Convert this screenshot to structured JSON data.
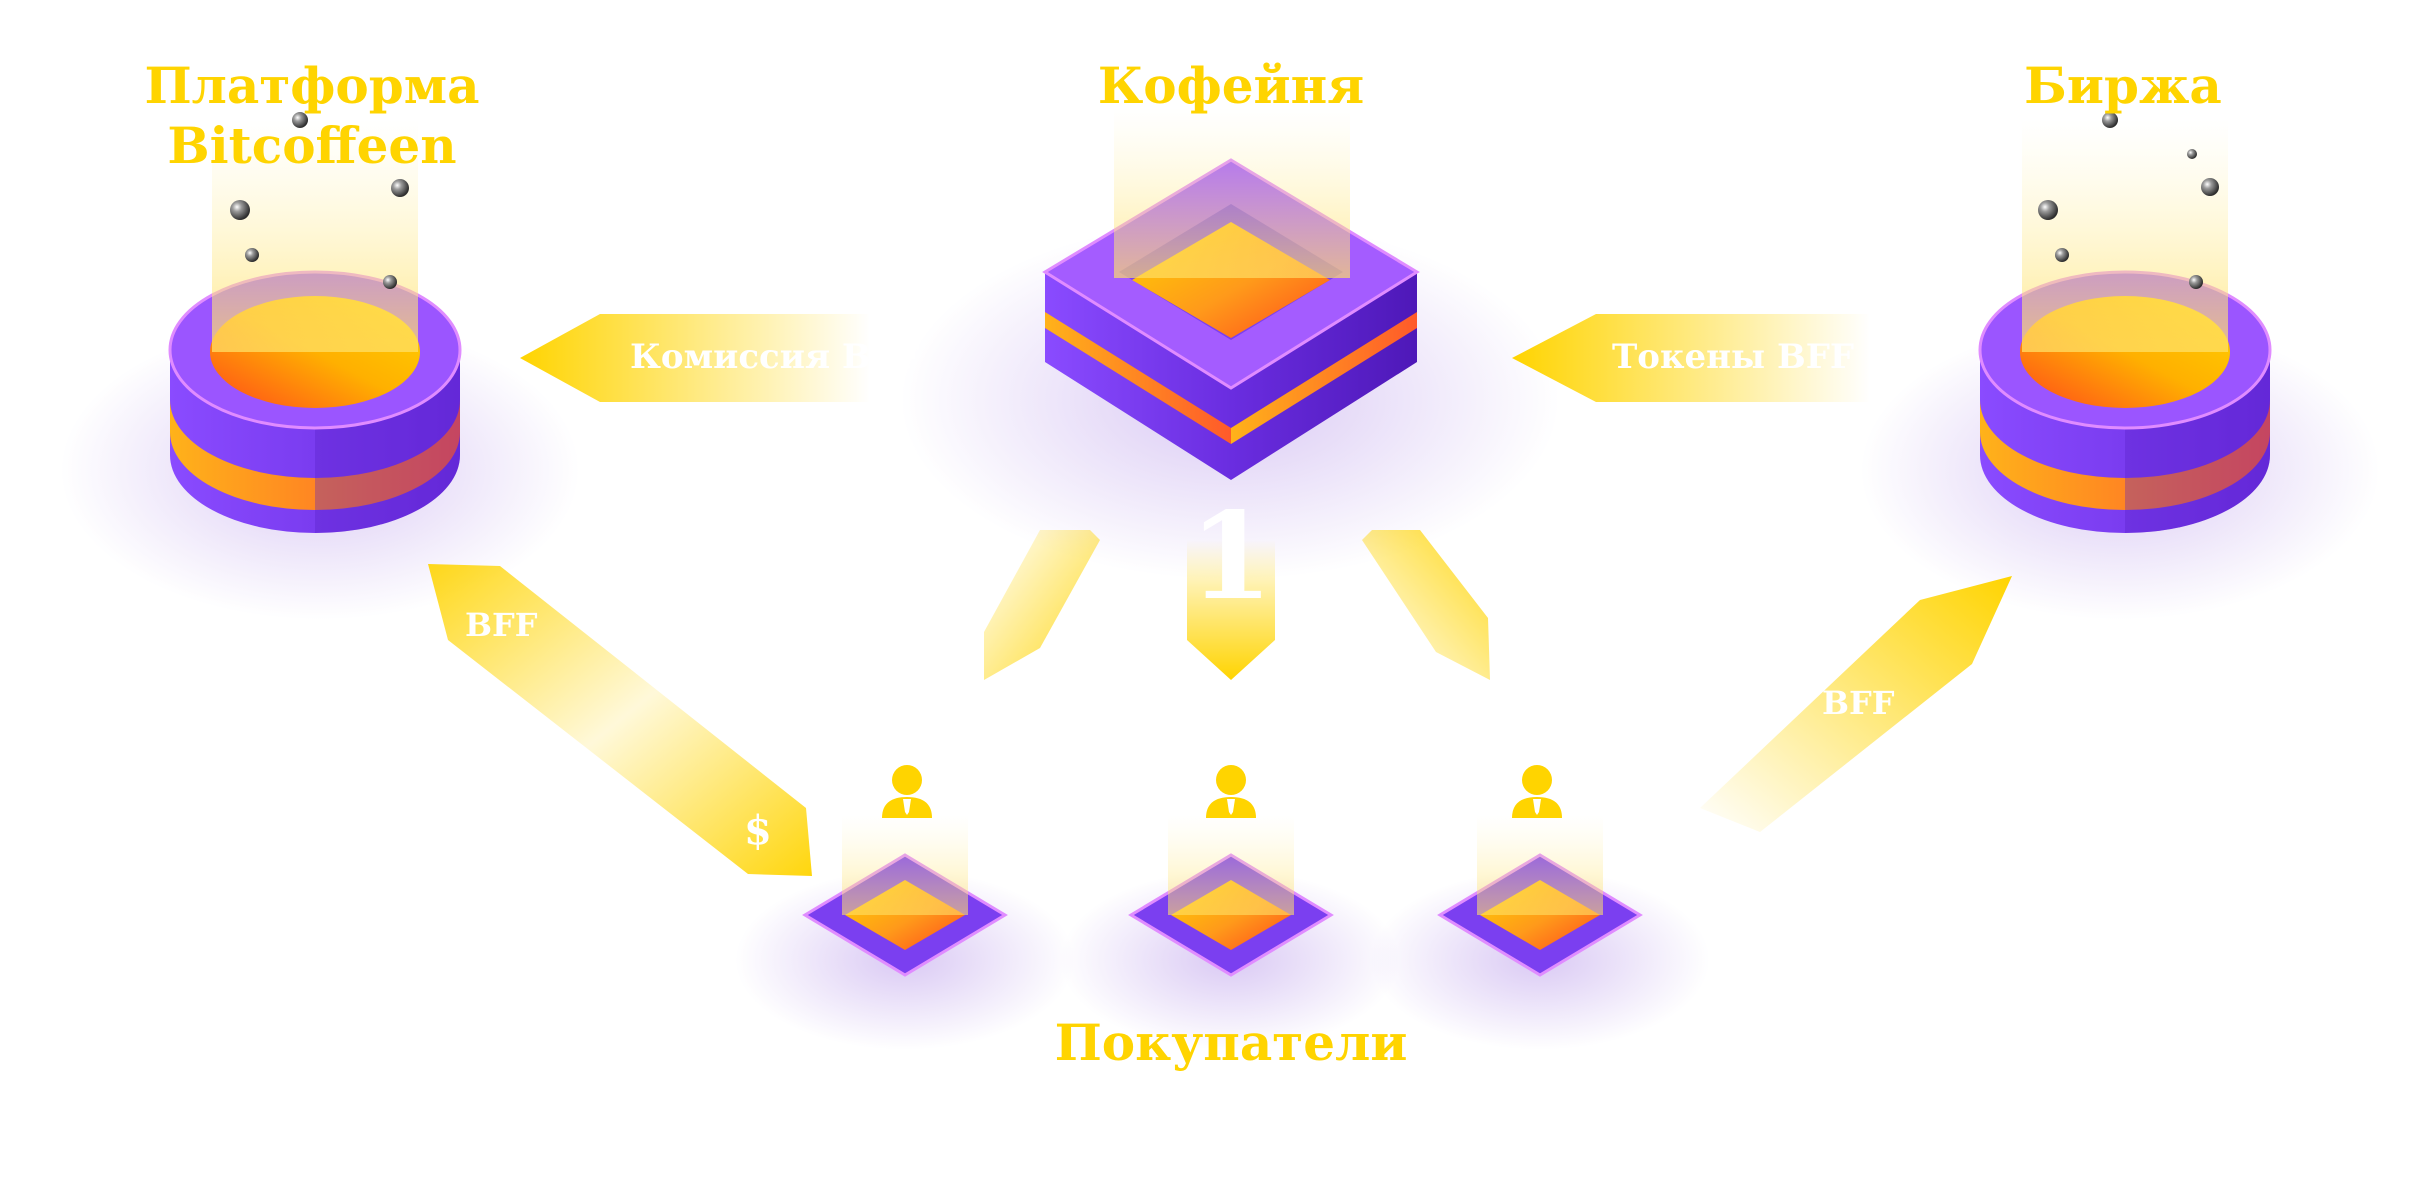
{
  "nodes": {
    "platform": {
      "title_line1": "Платформа",
      "title_line2": "Bitcoffeen"
    },
    "cafe": {
      "title": "Кофейня"
    },
    "exchange": {
      "title": "Биржа"
    },
    "buyers": {
      "title": "Покупатели"
    }
  },
  "arrows": {
    "commission": "Комиссия BFF",
    "tokens": "Токены BFF",
    "bff_left": "BFF",
    "dollar": "$",
    "bff_right": "BFF",
    "center_number": "1"
  },
  "colors": {
    "purple": "#7b3ff0",
    "purple_dark": "#5a1fc9",
    "violet_light": "#c06bff",
    "yellow": "#ffd400",
    "orange": "#ff7a20",
    "red_orange": "#ff4a1a"
  },
  "icons": [
    "user-icon",
    "user-icon",
    "user-icon"
  ]
}
